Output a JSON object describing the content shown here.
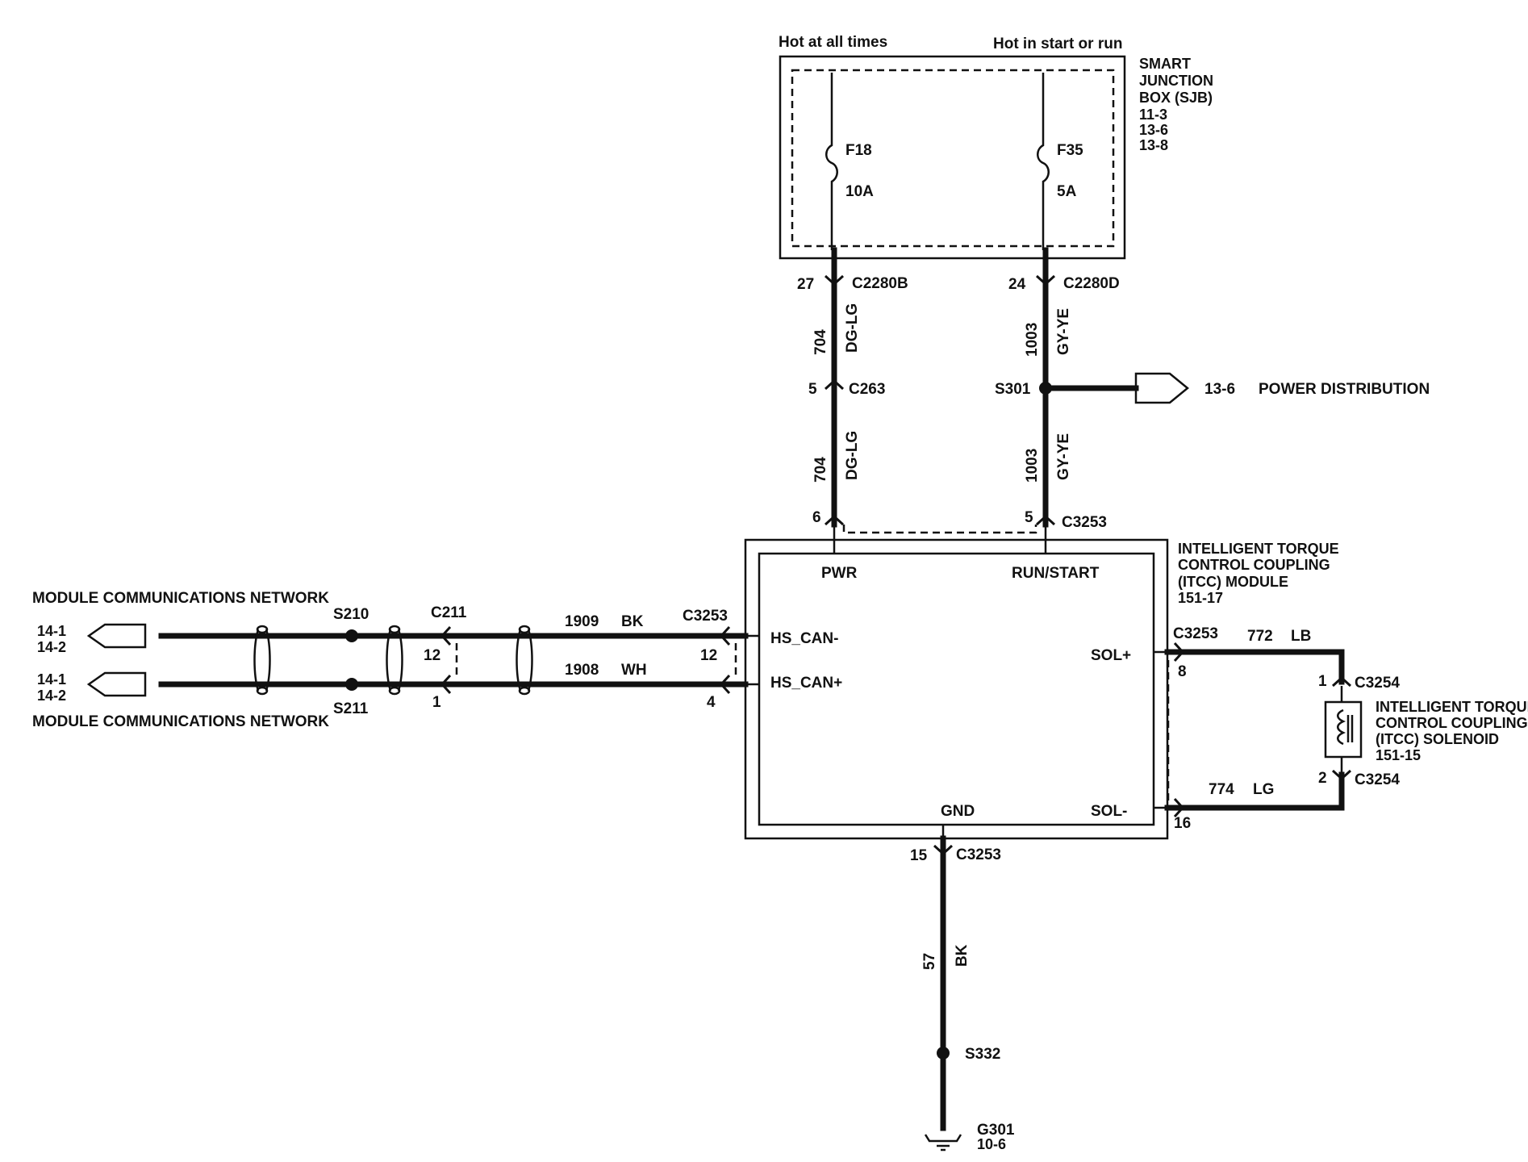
{
  "sjb": {
    "label_lines": [
      "SMART",
      "JUNCTION",
      "BOX (SJB)",
      "11-3",
      "13-6",
      "13-8"
    ],
    "feed_left": "Hot at all times",
    "feed_right": "Hot in start or run",
    "fuse_left": {
      "name": "F18",
      "rating": "10A"
    },
    "fuse_right": {
      "name": "F35",
      "rating": "5A"
    }
  },
  "pins": {
    "c2280b_pin": "27",
    "c2280b": "C2280B",
    "c2280d_pin": "24",
    "c2280d": "C2280D",
    "c263_pin": "5",
    "c263": "C263",
    "s301": "S301",
    "pwr_pin": "6",
    "run_pin": "5",
    "c3253_top": "C3253",
    "gnd_pin": "15",
    "c3253_gnd": "C3253",
    "sol_plus_pin": "8",
    "c3253_solp": "C3253",
    "sol_minus_pin": "16",
    "c3254_1_pin": "1",
    "c3254_1": "C3254",
    "c3254_2_pin": "2",
    "c3254_2": "C3254",
    "hs_minus_pin": "12",
    "hs_plus_pin": "4",
    "c3253_hs": "C3253",
    "c211": "C211",
    "c211_pin_a": "12",
    "c211_pin_b": "1",
    "s210": "S210",
    "s211": "S211",
    "s332": "S332",
    "g301": "G301",
    "g301_ref": "10-6"
  },
  "wires": {
    "w704_a": {
      "circuit": "704",
      "color": "DG-LG"
    },
    "w704_b": {
      "circuit": "704",
      "color": "DG-LG"
    },
    "w1003_a": {
      "circuit": "1003",
      "color": "GY-YE"
    },
    "w1003_b": {
      "circuit": "1003",
      "color": "GY-YE"
    },
    "w1909": {
      "circuit": "1909",
      "color": "BK"
    },
    "w1908": {
      "circuit": "1908",
      "color": "WH"
    },
    "w772": {
      "circuit": "772",
      "color": "LB"
    },
    "w774": {
      "circuit": "774",
      "color": "LG"
    },
    "w57": {
      "circuit": "57",
      "color": "BK"
    }
  },
  "power_dist": {
    "ref": "13-6",
    "label": "POWER DISTRIBUTION"
  },
  "itcc_module": {
    "label_lines": [
      "INTELLIGENT TORQUE",
      "CONTROL COUPLING",
      "(ITCC) MODULE",
      "151-17"
    ],
    "pwr": "PWR",
    "run_start": "RUN/START",
    "hs_can_minus": "HS_CAN-",
    "hs_can_plus": "HS_CAN+",
    "sol_plus": "SOL+",
    "sol_minus": "SOL-",
    "gnd": "GND"
  },
  "solenoid": {
    "label_lines": [
      "INTELLIGENT TORQUE",
      "CONTROL COUPLING",
      "(ITCC) SOLENOID",
      "151-15"
    ]
  },
  "mcn": {
    "top_label": "MODULE COMMUNICATIONS NETWORK",
    "bottom_label": "MODULE COMMUNICATIONS NETWORK",
    "top_ref": [
      "14-1",
      "14-2"
    ],
    "bottom_ref": [
      "14-1",
      "14-2"
    ]
  }
}
